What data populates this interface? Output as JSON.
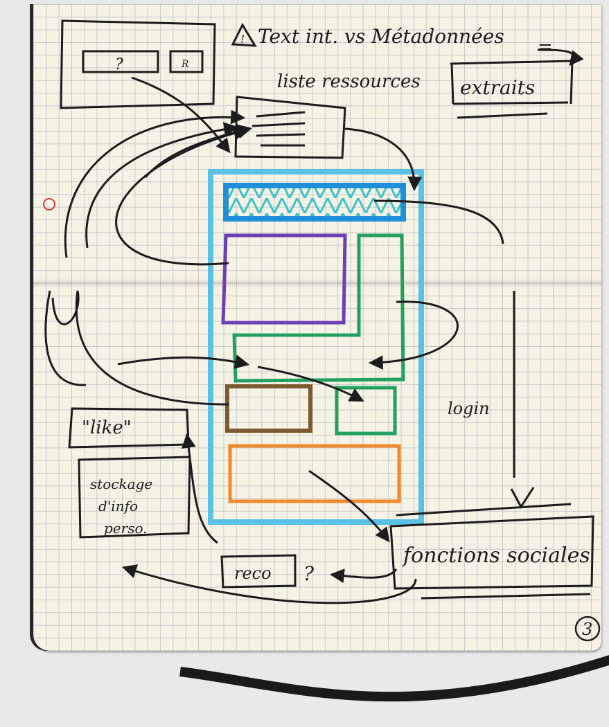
{
  "notes": {
    "warning_mark": "!",
    "title_line": "Text int. vs Métadonnées",
    "arrow_eq": "=",
    "liste_ressources": "liste ressources",
    "extraits": "extraits",
    "search_query": "?",
    "search_button": "R",
    "login": "login",
    "like": "\"like\"",
    "stockage": "stockage d'info perso.",
    "stockage_lines": [
      "stockage",
      "d'info",
      "perso."
    ],
    "reco": "reco",
    "reco_question": "?",
    "fonctions_sociales": "fonctions sociales",
    "page_number": "3"
  },
  "colors": {
    "ink": "#1c1c1c",
    "light_blue": "#5bc0e6",
    "blue": "#1f8fd8",
    "hatch": "#3cc3c9",
    "purple": "#6b3fb6",
    "green": "#22a060",
    "brown": "#7a5a2e",
    "orange": "#f08a2c"
  }
}
